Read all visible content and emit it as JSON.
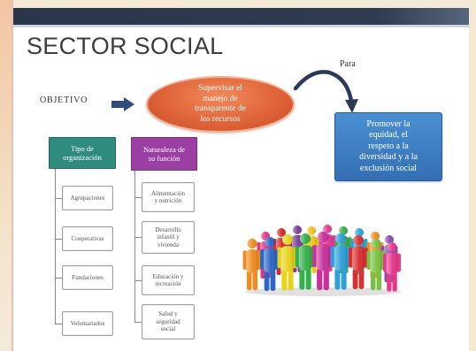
{
  "title": "SECTOR SOCIAL",
  "objective_label": "OBJETIVO",
  "oval": {
    "lines": [
      "Supervisar el",
      "manejo de",
      "transparente de",
      "los recursos"
    ]
  },
  "connector_label": "Para",
  "goal": {
    "lines": [
      "Promover la",
      "equidad, el",
      "respeto a la",
      "diversidad y a la",
      "exclusión social"
    ]
  },
  "left_column": {
    "header_lines": [
      "Tipo de",
      "organización"
    ],
    "items": [
      "Agrupaciones",
      "Cooperativas",
      "Fundaciones",
      "Voluntariados"
    ]
  },
  "right_column": {
    "header_lines": [
      "Naturaleza de",
      "su función"
    ],
    "items": [
      "Alimentación y nutrición",
      "Desarrollo infantil y vivienda",
      "Educación y recreación",
      "Salud y seguridad social"
    ]
  },
  "icons": {
    "objective_arrow": "right-arrow-icon",
    "connector": "curved-arrow-icon",
    "illustration": "people-group-illustration"
  },
  "colors": {
    "top_bar": "#2e3c51",
    "title": "#3d3d3d",
    "oval": "#e0643a",
    "goal_box": "#3b7ec3",
    "left_header": "#2f8b7d",
    "right_header": "#9b3fa5"
  }
}
